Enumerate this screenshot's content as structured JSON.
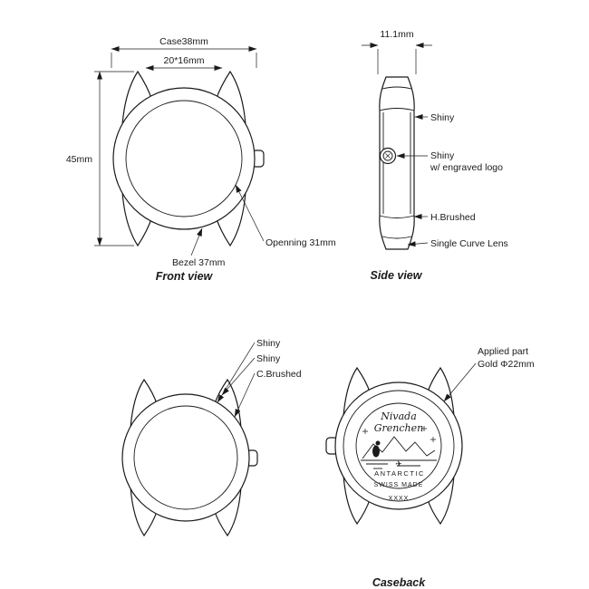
{
  "front_view": {
    "title": "Front view",
    "dim_case": "Case38mm",
    "dim_lug": "20*16mm",
    "dim_height": "45mm",
    "callout_opening": "Openning 31mm",
    "callout_bezel": "Bezel 37mm"
  },
  "side_view": {
    "title": "Side view",
    "dim_thickness": "11.1mm",
    "callout_shiny": "Shiny",
    "callout_crown_line1": "Shiny",
    "callout_crown_line2": "w/ engraved logo",
    "callout_brushed": "H.Brushed",
    "callout_lens": "Single Curve Lens"
  },
  "detail_view": {
    "callout_shiny1": "Shiny",
    "callout_shiny2": "Shiny",
    "callout_brushed": "C.Brushed"
  },
  "caseback": {
    "title": "Caseback",
    "callout_applied_line1": "Applied part",
    "callout_applied_line2": "Gold Φ22mm",
    "brand_line1": "Nivada",
    "brand_line2": "Grenchen",
    "model": "ANTARCTIC",
    "swiss_made": "SWISS MADE",
    "reference": "XXXX",
    "plane_icon": "✈"
  },
  "colors": {
    "ink": "#1a1a1a",
    "background": "#ffffff"
  }
}
